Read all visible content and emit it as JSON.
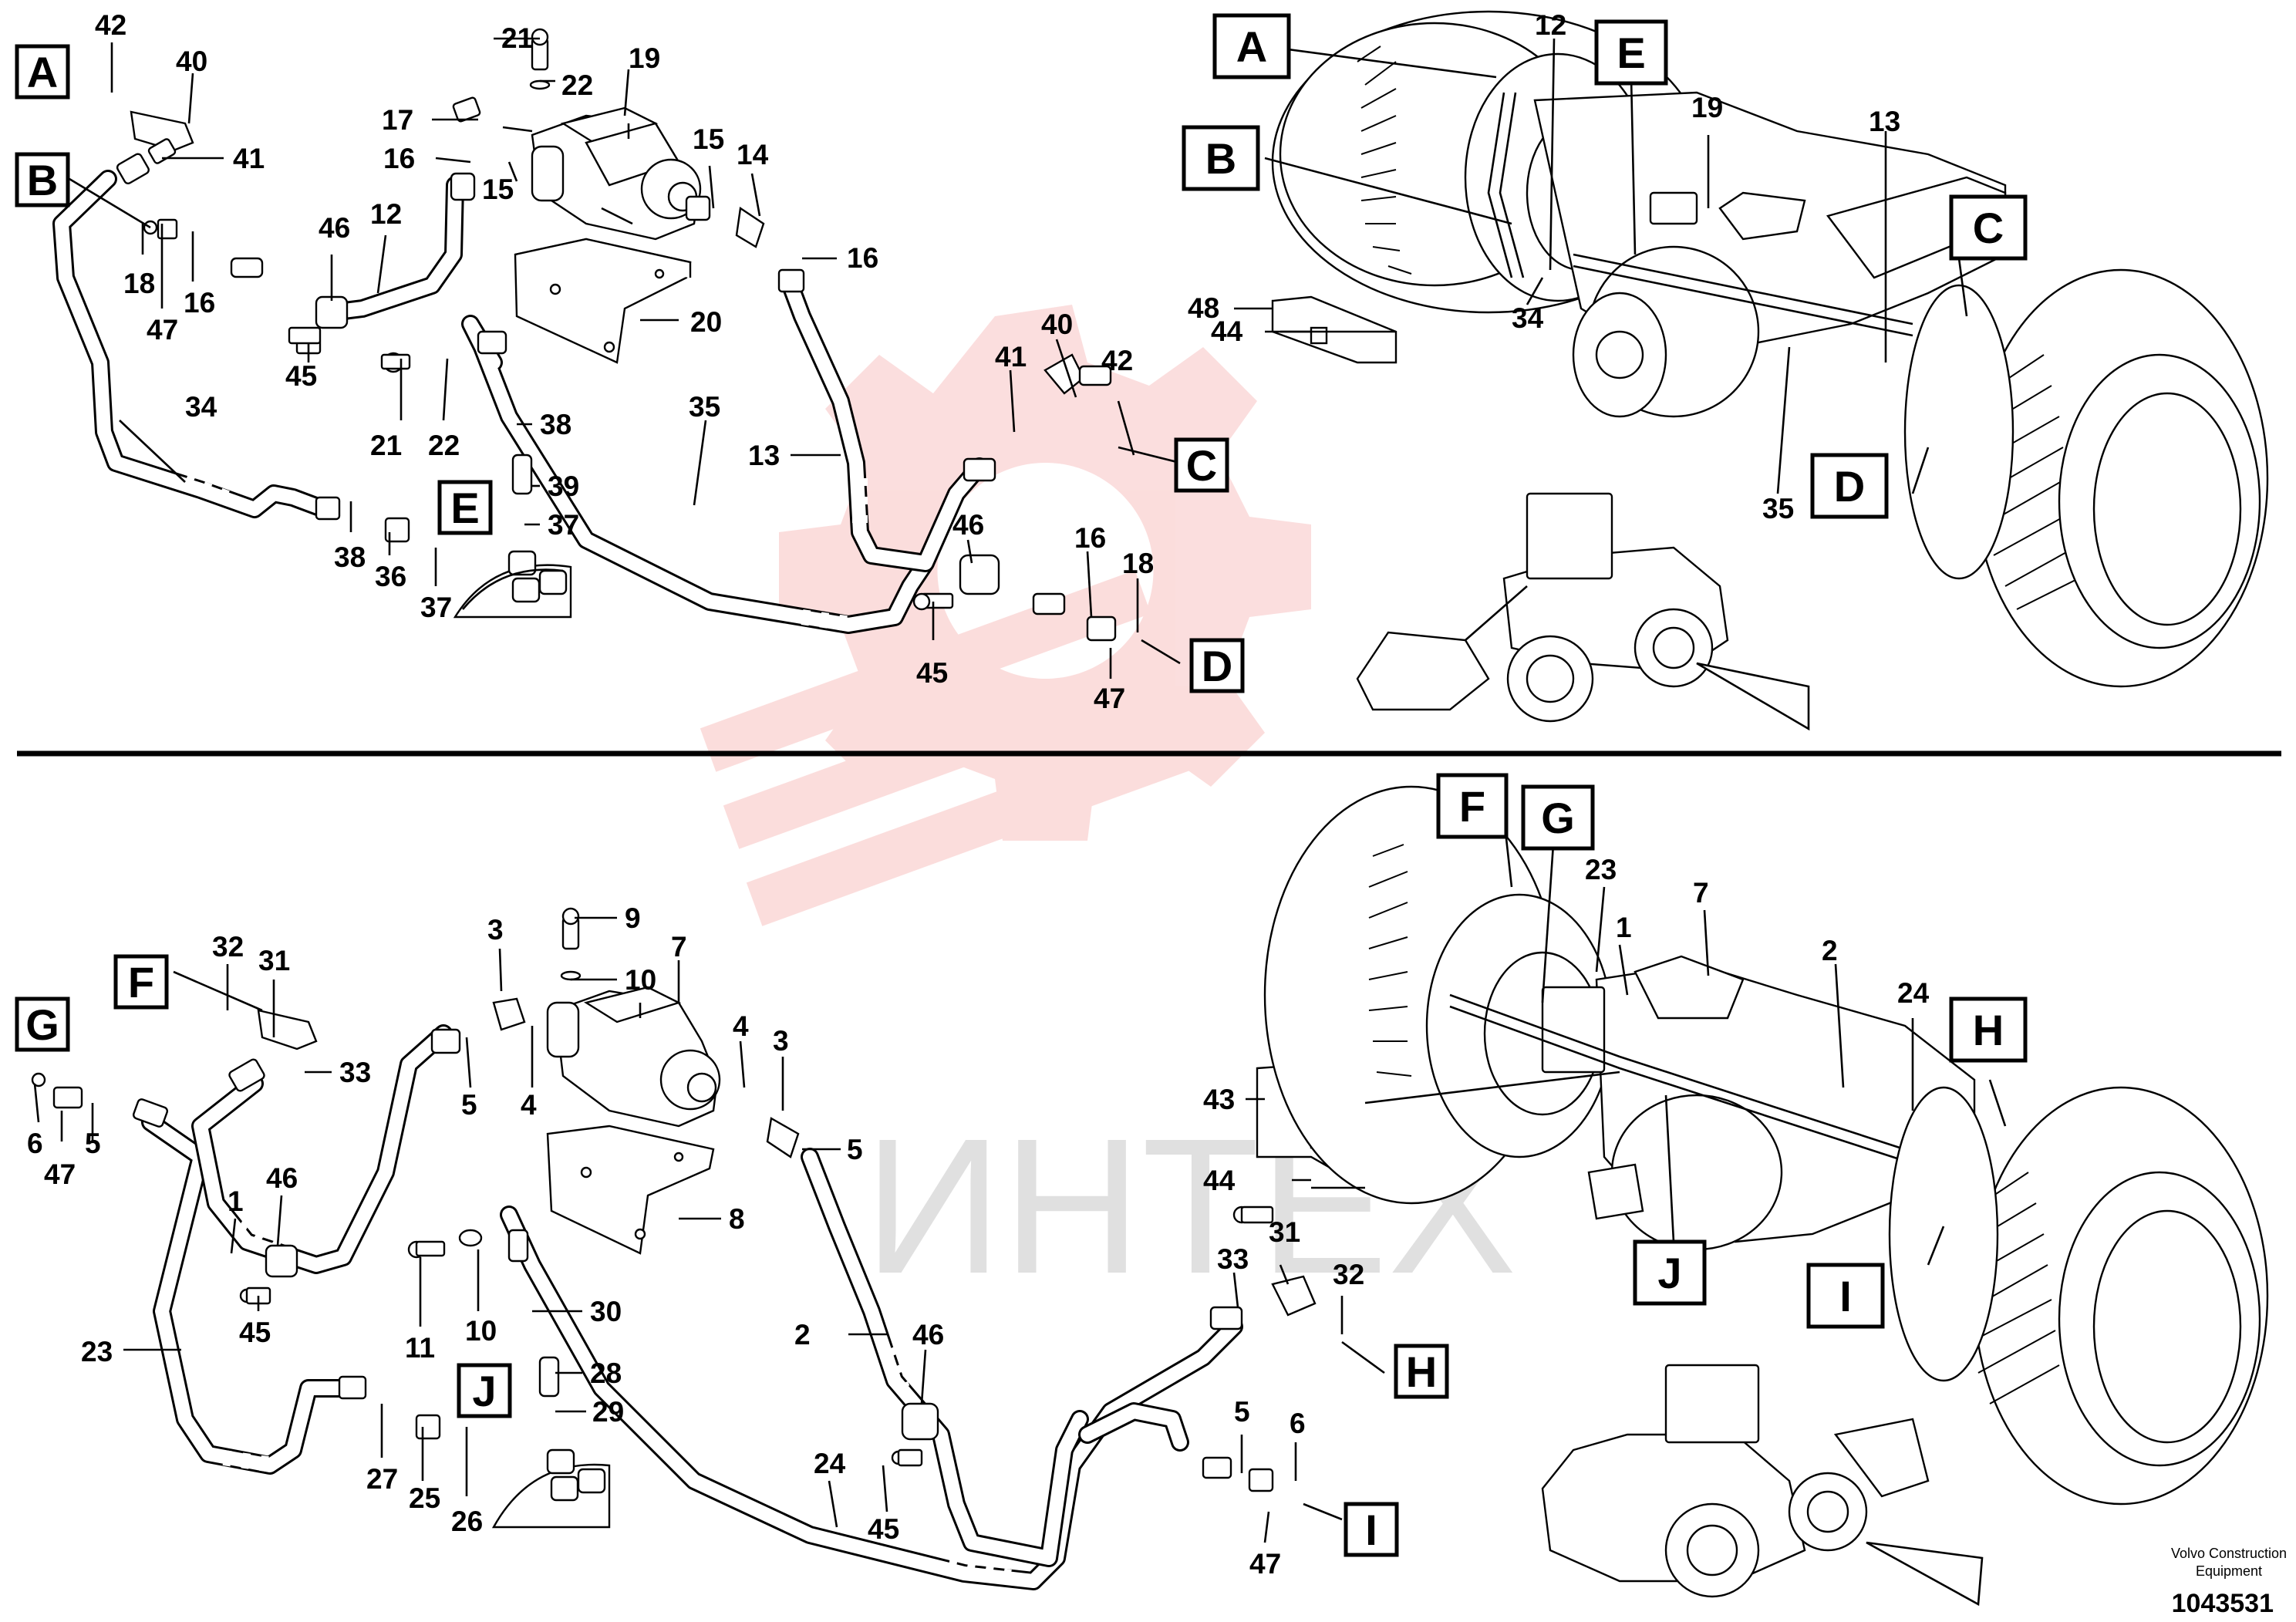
{
  "watermark": {
    "text": "ИНТЕХ",
    "color": "#e8332f"
  },
  "footer": {
    "brand_line1": "Volvo Construction",
    "brand_line2": "Equipment",
    "doc_number": "1043531"
  },
  "top": {
    "letters": [
      "A",
      "B",
      "C",
      "D",
      "E"
    ],
    "numbers": [
      "42",
      "40",
      "41",
      "18",
      "47",
      "16",
      "46",
      "12",
      "45",
      "17",
      "16",
      "15",
      "21",
      "22",
      "19",
      "15",
      "14",
      "16",
      "20",
      "21",
      "22",
      "38",
      "34",
      "E",
      "39",
      "37",
      "38",
      "36",
      "37",
      "35",
      "13",
      "41",
      "40",
      "42",
      "46",
      "45",
      "16",
      "18",
      "47",
      "12",
      "19",
      "13",
      "48",
      "44",
      "34",
      "35"
    ]
  },
  "bottom": {
    "letters": [
      "F",
      "G",
      "H",
      "I",
      "J"
    ],
    "numbers": [
      "32",
      "31",
      "33",
      "6",
      "47",
      "5",
      "1",
      "46",
      "45",
      "23",
      "9",
      "3",
      "10",
      "7",
      "5",
      "4",
      "4",
      "3",
      "5",
      "8",
      "11",
      "10",
      "30",
      "28",
      "29",
      "27",
      "25",
      "26",
      "2",
      "46",
      "24",
      "45",
      "33",
      "31",
      "32",
      "5",
      "6",
      "47",
      "23",
      "1",
      "7",
      "2",
      "24",
      "43",
      "44"
    ]
  }
}
